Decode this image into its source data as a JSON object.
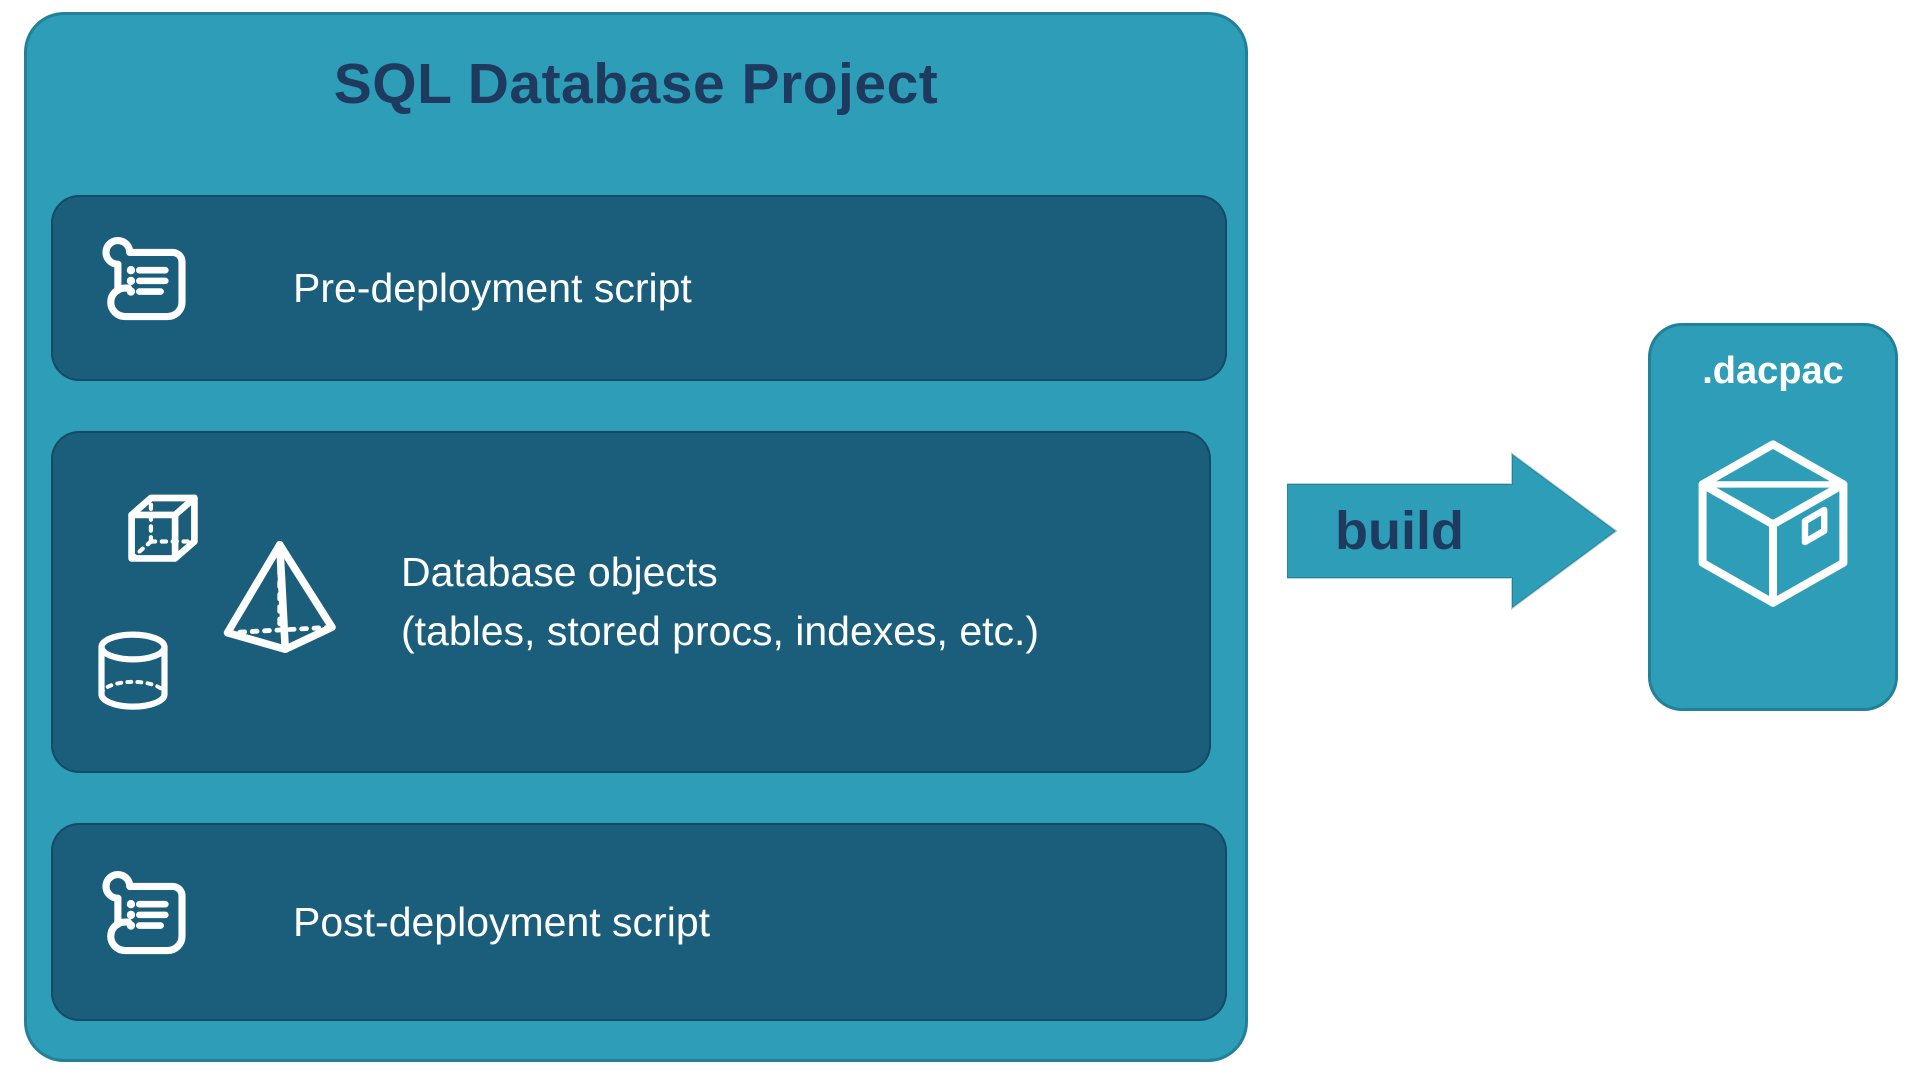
{
  "colors": {
    "teal": "#2E9EB8",
    "dark_panel": "#1A5E7C",
    "navy_text": "#1E3A5F",
    "white": "#FFFFFF"
  },
  "project": {
    "title": "SQL Database Project",
    "pre_script": {
      "label": "Pre-deployment script",
      "icon": "scroll-icon"
    },
    "objects": {
      "line1": "Database objects",
      "line2": "(tables, stored procs, indexes, etc.)",
      "icons": [
        "cube-icon",
        "pyramid-icon",
        "database-cylinder-icon"
      ]
    },
    "post_script": {
      "label": "Post-deployment script",
      "icon": "scroll-icon"
    }
  },
  "build_arrow": {
    "label": "build",
    "icon": "right-block-arrow-icon"
  },
  "dacpac": {
    "label": ".dacpac",
    "icon": "package-icon"
  }
}
